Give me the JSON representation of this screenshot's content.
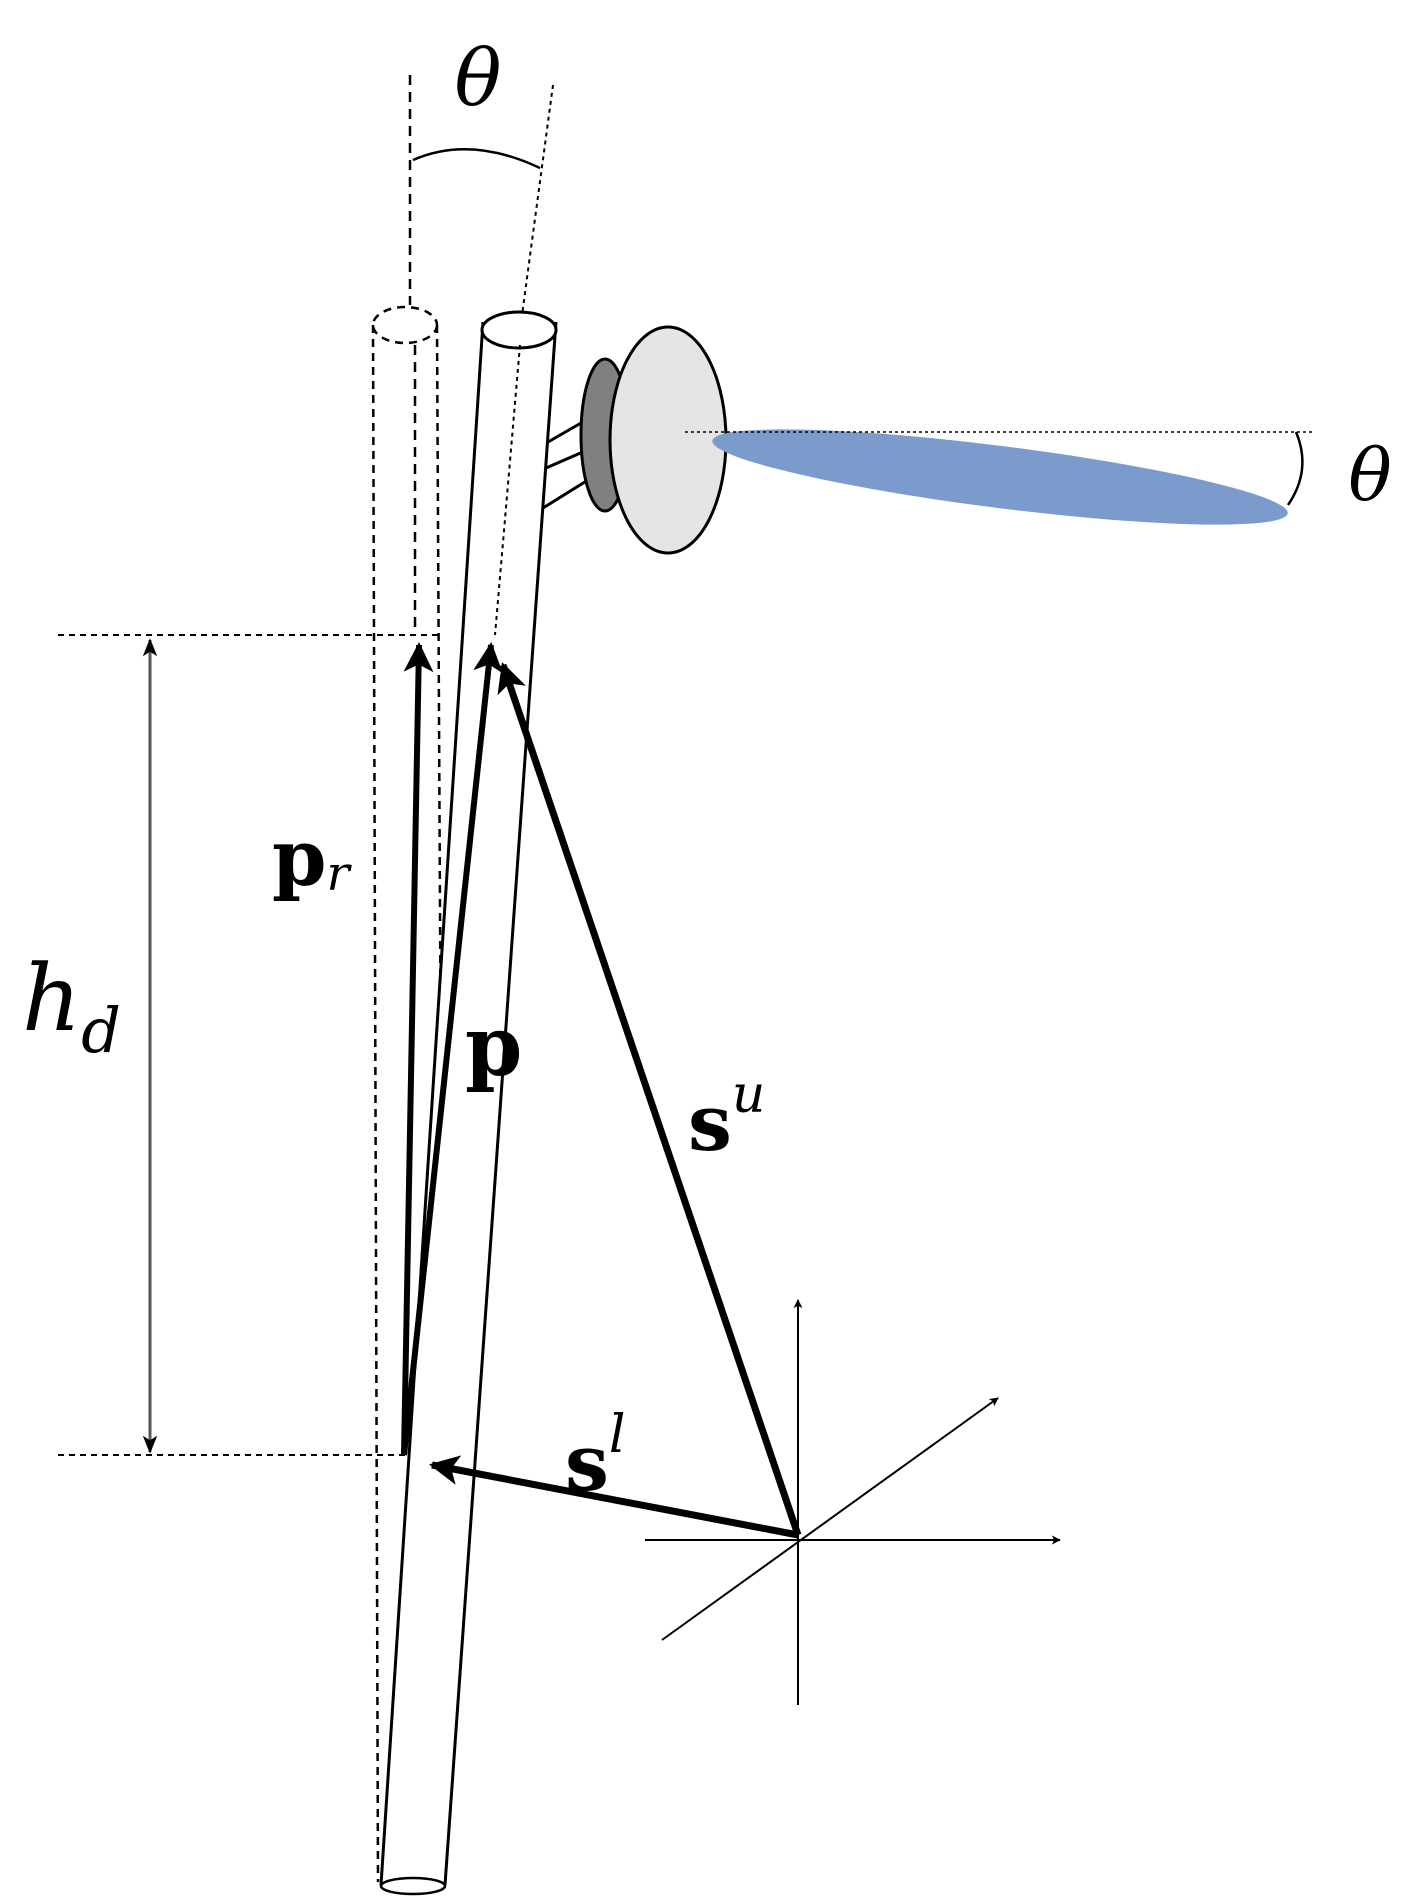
{
  "labels": {
    "theta_top": "θ",
    "theta_right": "θ",
    "h_main": "h",
    "h_sub": "d",
    "pr_main": "p",
    "pr_sub": "r",
    "p": "p",
    "su_main": "s",
    "su_sup": "u",
    "sl_main": "s",
    "sl_sup": "l"
  },
  "colors": {
    "beam": "#7b9bcc",
    "disc": "#e5e5e5",
    "clamp": "#808080"
  }
}
